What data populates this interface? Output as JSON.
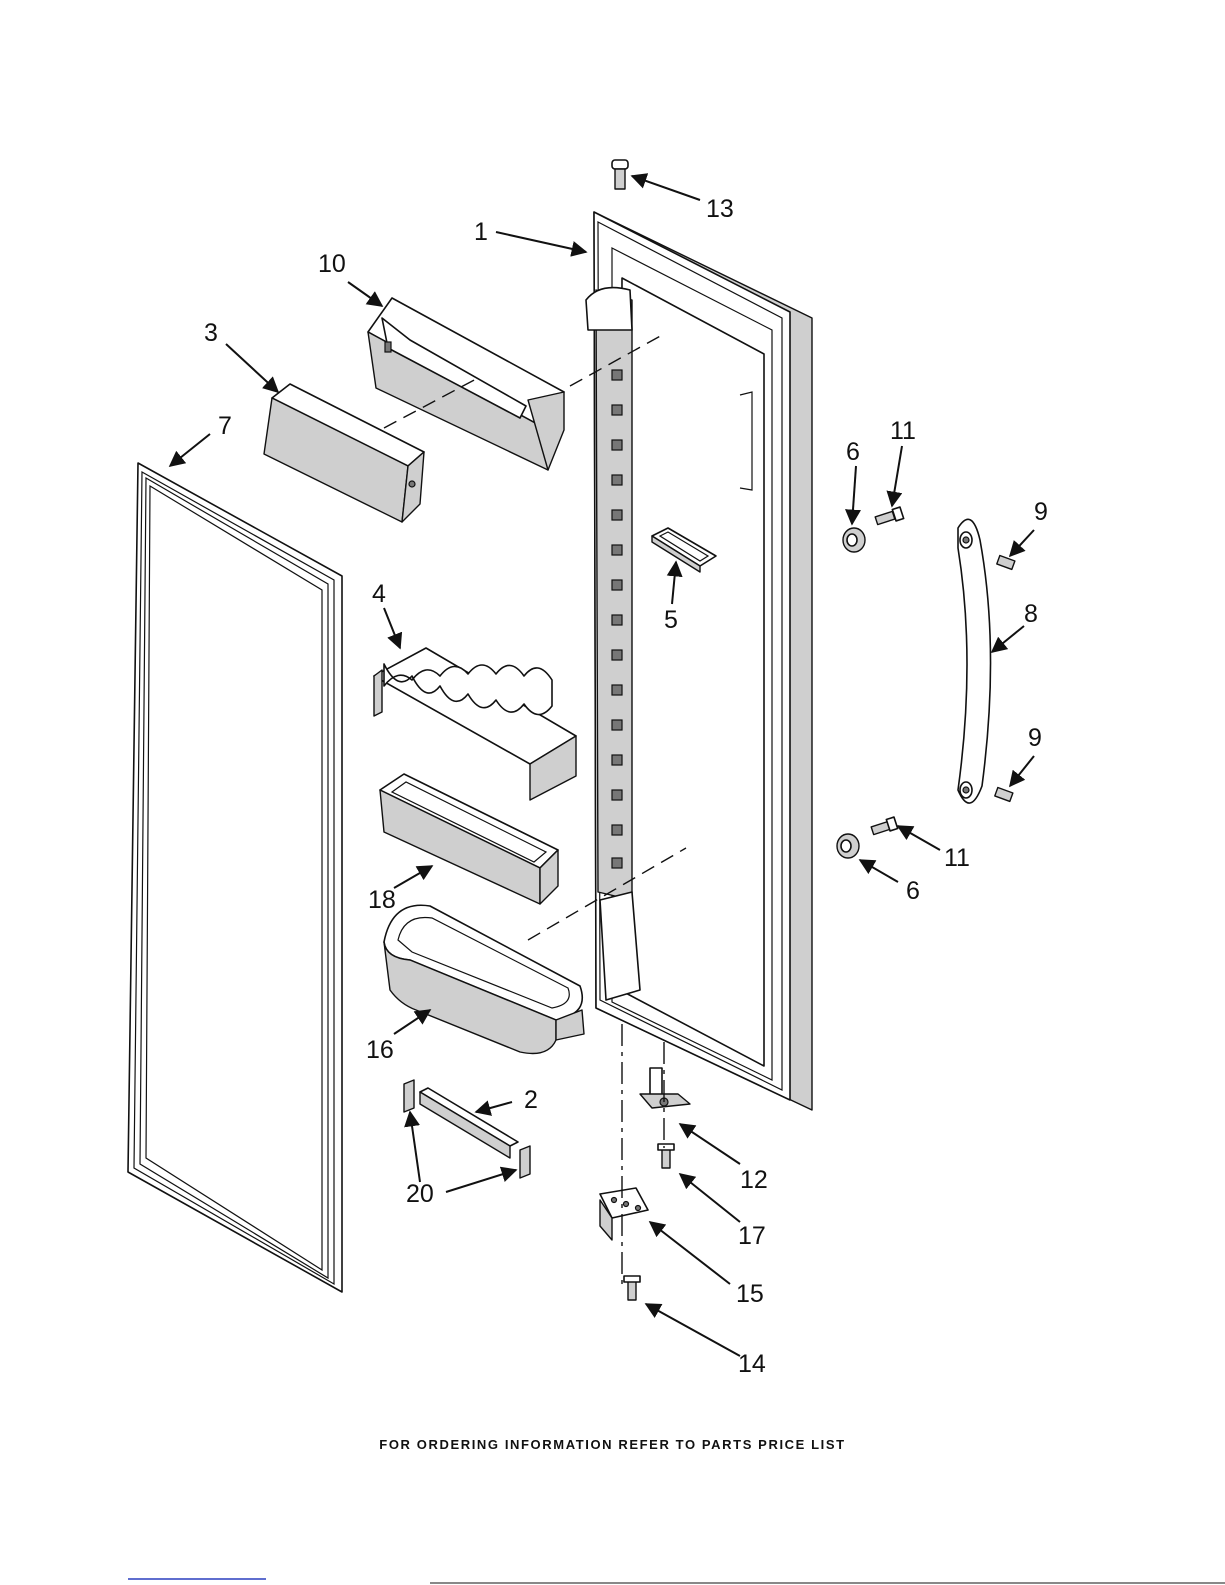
{
  "callouts": [
    {
      "num": "1",
      "target": "door-liner"
    },
    {
      "num": "2",
      "target": "shelf-trim"
    },
    {
      "num": "3",
      "target": "dairy-door"
    },
    {
      "num": "4",
      "target": "egg-tray"
    },
    {
      "num": "5",
      "target": "liner-insert"
    },
    {
      "num": "6",
      "target": "handle-spacer-top"
    },
    {
      "num": "6",
      "target": "handle-spacer-bottom"
    },
    {
      "num": "7",
      "target": "door-gasket"
    },
    {
      "num": "8",
      "target": "door-handle"
    },
    {
      "num": "9",
      "target": "set-screw-top"
    },
    {
      "num": "9",
      "target": "set-screw-bottom"
    },
    {
      "num": "10",
      "target": "dairy-bin"
    },
    {
      "num": "11",
      "target": "handle-screw-top"
    },
    {
      "num": "11",
      "target": "handle-screw-bottom"
    },
    {
      "num": "12",
      "target": "hinge-pin"
    },
    {
      "num": "13",
      "target": "door-plug"
    },
    {
      "num": "14",
      "target": "hinge-screw"
    },
    {
      "num": "15",
      "target": "bottom-hinge"
    },
    {
      "num": "16",
      "target": "door-bin-large"
    },
    {
      "num": "17",
      "target": "pin-screw"
    },
    {
      "num": "18",
      "target": "door-bin-small"
    },
    {
      "num": "20",
      "target": "trim-clips"
    }
  ],
  "footer": "FOR ORDERING INFORMATION REFER TO PARTS PRICE LIST"
}
